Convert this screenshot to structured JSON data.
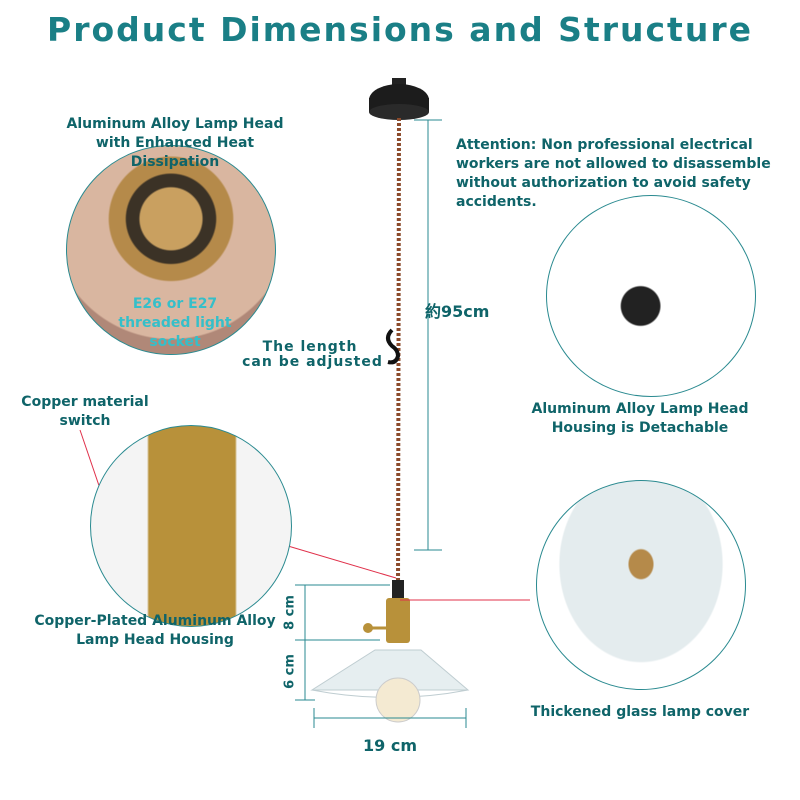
{
  "title": "Product Dimensions and Structure",
  "labels": {
    "lamp_head": "Aluminum Alloy Lamp Head with Enhanced Heat Dissipation",
    "socket": "E26 or E27 threaded light socket",
    "attention": "Attention: Non professional electrical workers are not allowed to disassemble without authorization to avoid safety accidents.",
    "length_line1": "The length",
    "length_line2": "can be adjusted",
    "cord_length": "約95cm",
    "detachable": "Aluminum Alloy Lamp Head Housing is Detachable",
    "switch": "Copper material switch",
    "housing": "Copper-Plated Aluminum Alloy Lamp Head Housing",
    "glass": "Thickened glass lamp cover",
    "dim_height_socket": "8 cm",
    "dim_height_shade": "6 cm",
    "dim_width": "19 cm"
  },
  "colors": {
    "accent": "#1a7f86",
    "text": "#0f6469",
    "pointer": "#e0304a"
  }
}
